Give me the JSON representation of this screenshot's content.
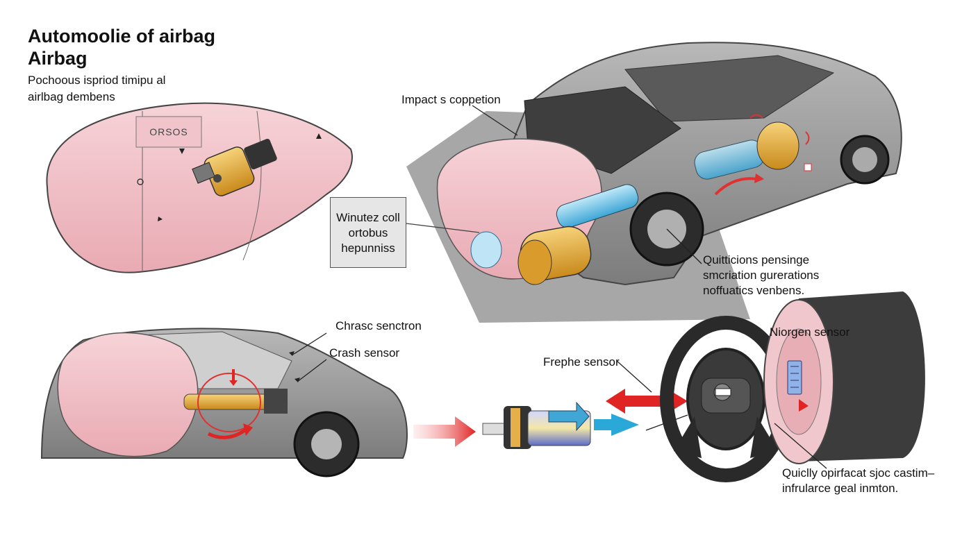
{
  "title_line1": "Automoolie of airbag",
  "title_line2": "Airbag",
  "subtitle_line1": "Pochoous ispriod timipu al",
  "subtitle_line2": "airlbag dembens",
  "stamp_text": "ORSOS",
  "labels": {
    "impact": "Impact s coppetion",
    "box_line1": "Winutez coll",
    "box_line2": "ortobus",
    "box_line3": "hepunniss",
    "desc_right_1": "Quitticions pen​singe",
    "desc_right_2": "smcriation gurerations",
    "desc_right_3": "noffuatics venbens.",
    "chrasc": "Chrasc senctron",
    "crash": "Crash sensor",
    "frephe": "Frephe sensor",
    "niorgen": "Niorgen sensor",
    "bottom_1": "Quiclly opirfacat sjoc castim–",
    "bottom_2": "infrularce geal inmton."
  },
  "colors": {
    "airbag_pink": "#f2c6cc",
    "car_gray": "#9a9a9a",
    "arrow_red": "#e02424",
    "arrow_blue": "#2aa9d8",
    "inflator_gold": "#e8b040"
  }
}
